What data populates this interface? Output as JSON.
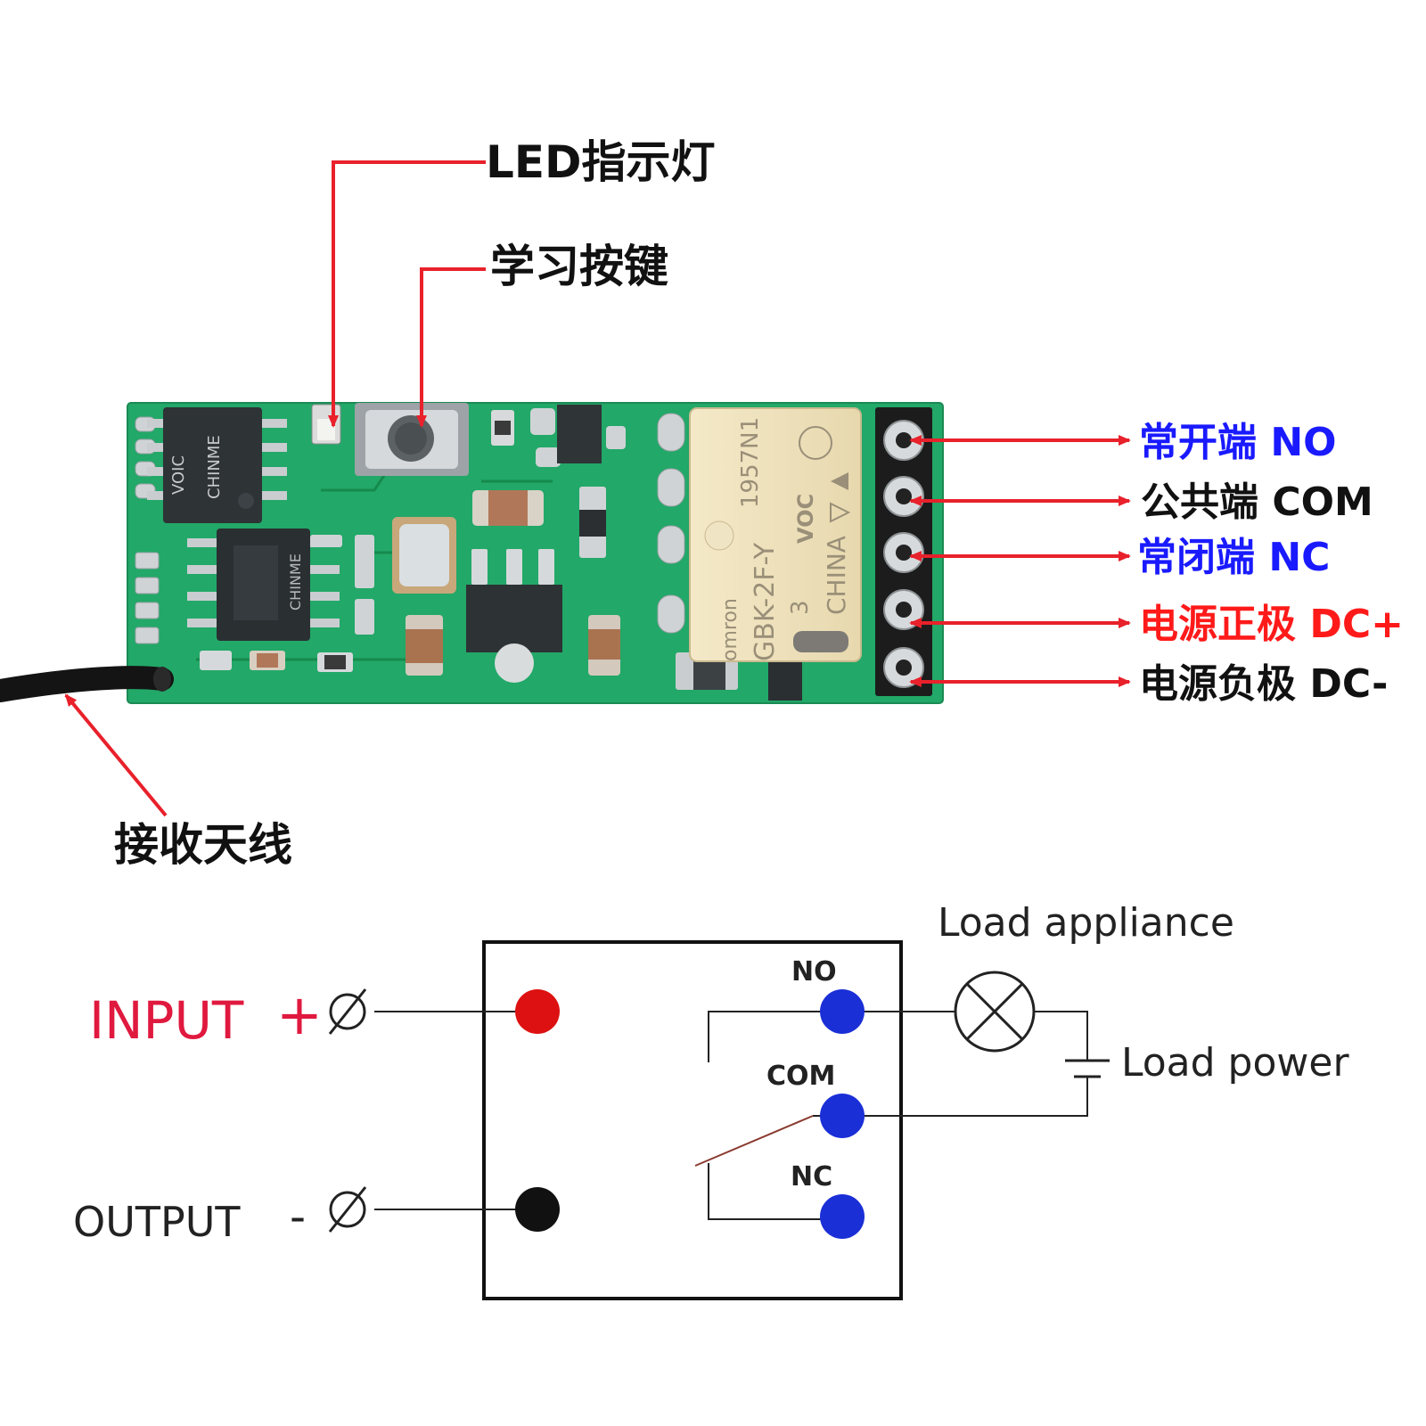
{
  "callouts": {
    "led": "LED指示灯",
    "learn_button": "学习按键",
    "antenna": "接收天线"
  },
  "terminals": [
    {
      "label": "常开端 NO",
      "color": "#1a1aff"
    },
    {
      "label": "公共端 COM",
      "color": "#111111"
    },
    {
      "label": "常闭端 NC",
      "color": "#1a1aff"
    },
    {
      "label": "电源正极 DC+",
      "color": "#ff1a1a"
    },
    {
      "label": "电源负极 DC-",
      "color": "#111111"
    }
  ],
  "board": {
    "chip1_marking": [
      "VOIC",
      "CHINME"
    ],
    "chip2_marking": "CHINME",
    "relay_marking": [
      "1957N1",
      "GBK-2F-Y",
      "3",
      "omron",
      "VOC",
      "CHINA"
    ]
  },
  "wiring": {
    "input_label": "INPUT",
    "input_sign": "+",
    "output_label": "OUTPUT",
    "output_sign": "-",
    "no_label": "NO",
    "com_label": "COM",
    "nc_label": "NC",
    "load_appliance": "Load appliance",
    "load_power": "Load power"
  },
  "colors": {
    "callout_line": "#e8212b",
    "pcb": "#22a868",
    "input_dot": "#dd1111",
    "output_dot": "#111111",
    "contact_dot": "#1a2fd6",
    "input_text": "#e0193f"
  }
}
